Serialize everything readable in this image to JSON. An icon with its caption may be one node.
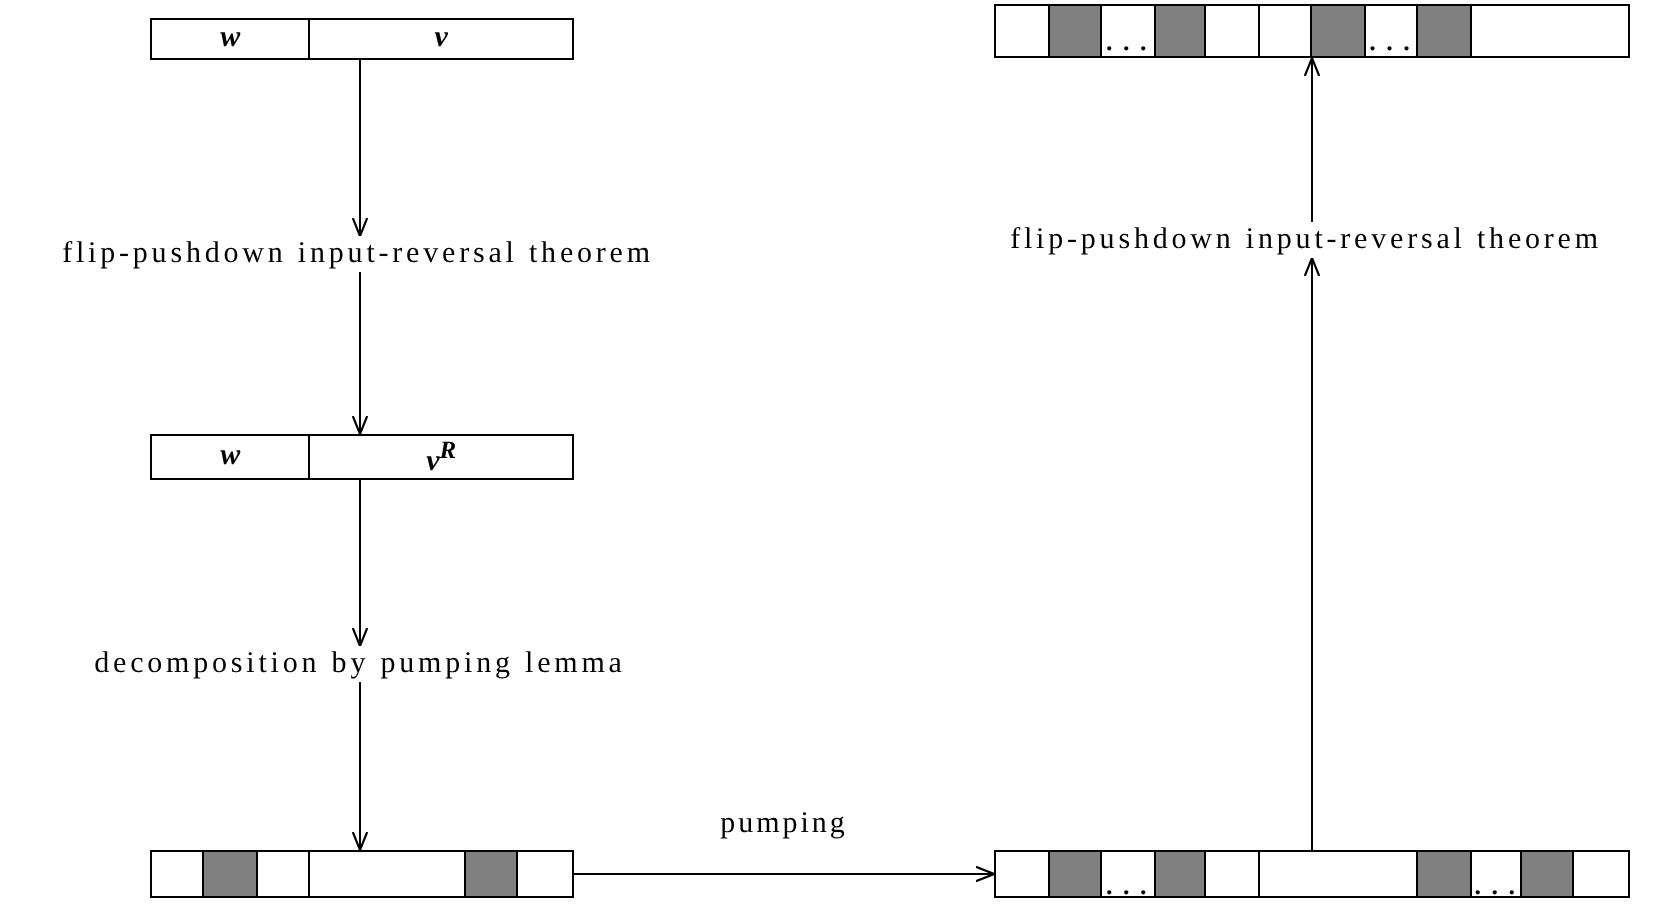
{
  "diagram": {
    "nodes": [
      {
        "text": [
          "w",
          "v"
        ]
      },
      {
        "text": [
          "flip-pushdown input-reversal theorem"
        ]
      },
      {
        "text": [
          "w",
          "v$^{R}$"
        ]
      },
      {
        "text": [
          "decomposition by pumping lemma"
        ]
      },
      {
        "text": [],
        "shape": "bar"
      },
      {
        "text": [
          ". . .",
          ". . ."
        ]
      },
      {
        "text": [
          "flip-pushdown input-reversal theorem"
        ]
      },
      {
        "text": [
          ". . .",
          ". . ."
        ]
      }
    ],
    "edges": [
      {
        "from": 0,
        "to": 1,
        "arrow": "to"
      },
      {
        "from": 1,
        "to": 2,
        "arrow": "to"
      },
      {
        "from": 2,
        "to": 3,
        "arrow": "to"
      },
      {
        "from": 3,
        "to": 4,
        "arrow": "to"
      },
      {
        "from": 4,
        "to": 5,
        "arrow": "to",
        "label": "pumping"
      },
      {
        "from": 5,
        "to": 6,
        "arrow": "to"
      },
      {
        "from": 6,
        "to": 7,
        "arrow": "to"
      }
    ]
  }
}
